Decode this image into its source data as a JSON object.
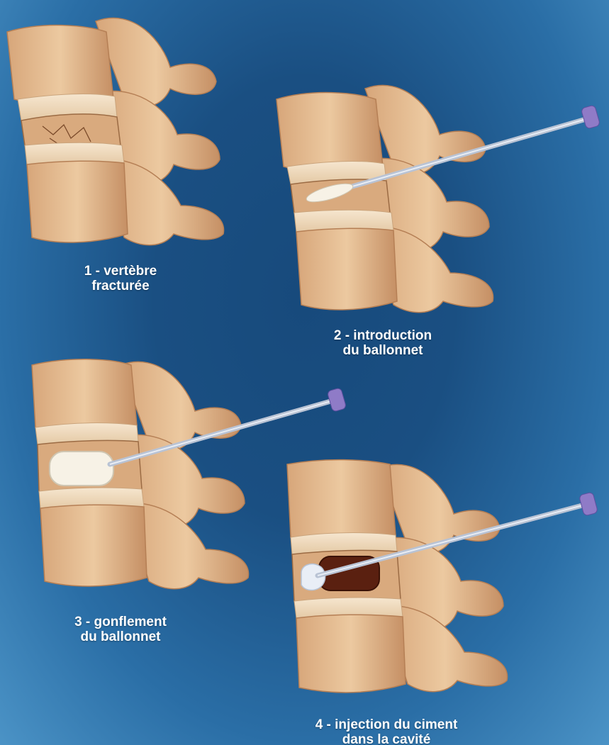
{
  "steps": [
    {
      "line1": "1 - vertèbre",
      "line2": "fracturée"
    },
    {
      "line1": "2 - introduction",
      "line2": "du ballonnet"
    },
    {
      "line1": "3 - gonflement",
      "line2": "du ballonnet"
    },
    {
      "line1": "4 - injection du ciment",
      "line2": "dans la cavité"
    }
  ],
  "colors": {
    "background": "#1a4f82",
    "bone": "#e8c39a",
    "bone_shadow": "#c8946a",
    "disc": "#f1dcc0",
    "instrument": "#b9c3d4",
    "instrument_tip": "#8f7bc7",
    "balloon": "#f7f2e6",
    "cavity": "#5a2010",
    "cement": "#e9eef6"
  }
}
